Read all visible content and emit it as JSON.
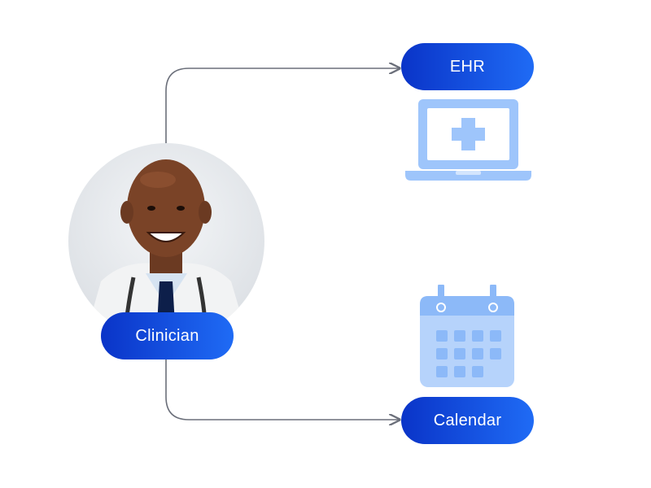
{
  "nodes": {
    "ehr": {
      "label": "EHR",
      "icon": "laptop-medical-icon"
    },
    "clinician": {
      "label": "Clinician",
      "icon": "doctor-portrait"
    },
    "calendar": {
      "label": "Calendar",
      "icon": "calendar-icon"
    }
  },
  "edges": [
    {
      "from": "clinician",
      "to": "ehr"
    },
    {
      "from": "clinician",
      "to": "calendar"
    }
  ],
  "colors": {
    "pill_start": "#0a34c8",
    "pill_end": "#1f6bf5",
    "icon_fill": "#9ec5fb",
    "icon_light": "#d3e5fd",
    "connector": "#6b6f7a"
  }
}
